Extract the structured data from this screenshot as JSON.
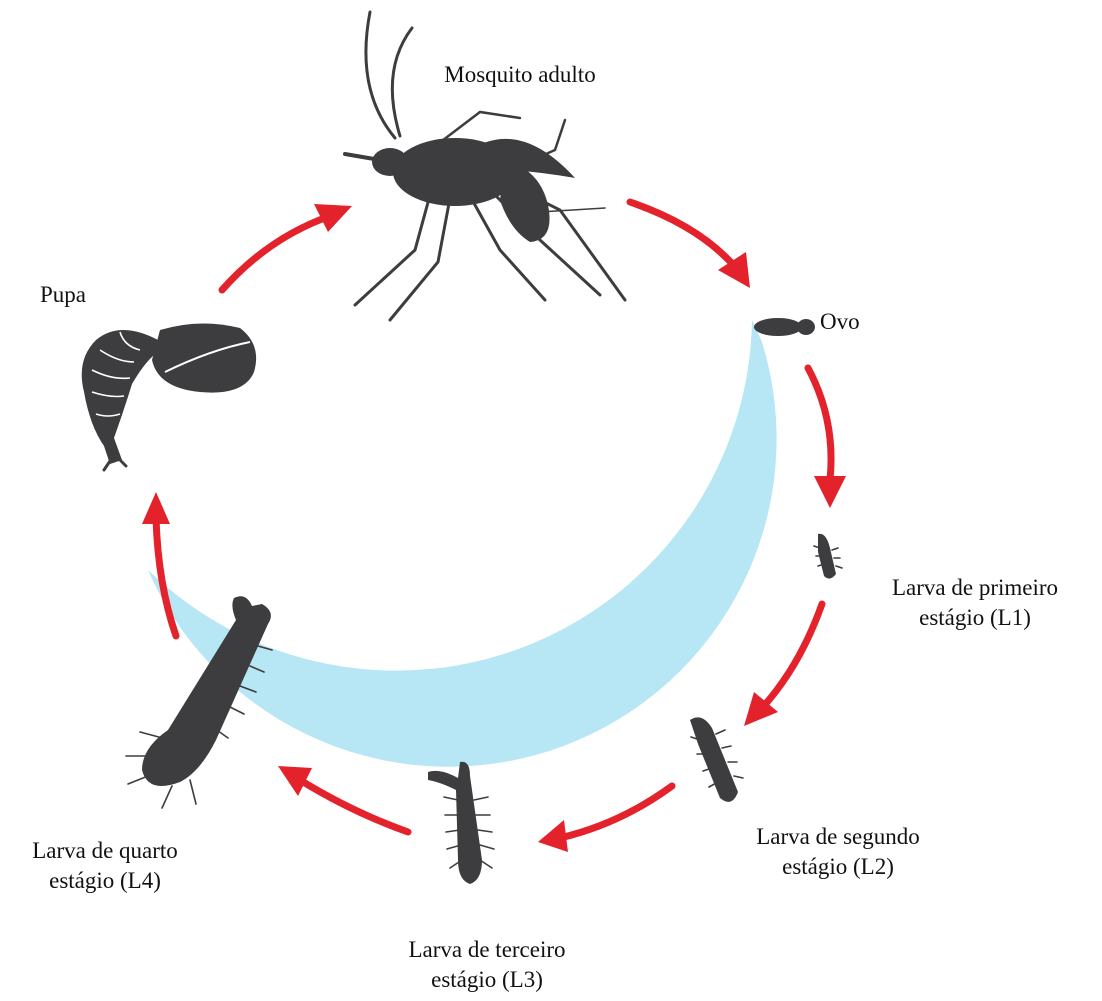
{
  "colors": {
    "water_band": "#b7e6f4",
    "arrow": "#e3222b",
    "silhouette": "#3d3d3f",
    "text": "#111111"
  },
  "stages": {
    "adult": {
      "label": "Mosquito adulto"
    },
    "egg": {
      "label": "Ovo"
    },
    "l1": {
      "line1": "Larva de primeiro",
      "line2": "estágio (L1)"
    },
    "l2": {
      "line1": "Larva de segundo",
      "line2": "estágio (L2)"
    },
    "l3": {
      "line1": "Larva de terceiro",
      "line2": "estágio (L3)"
    },
    "l4": {
      "line1": "Larva de quarto",
      "line2": "estágio (L4)"
    },
    "pupa": {
      "label": "Pupa"
    }
  },
  "icons": [
    "mosquito-icon",
    "egg-icon",
    "larva-icon",
    "pupa-icon",
    "cycle-arrow-icon"
  ]
}
